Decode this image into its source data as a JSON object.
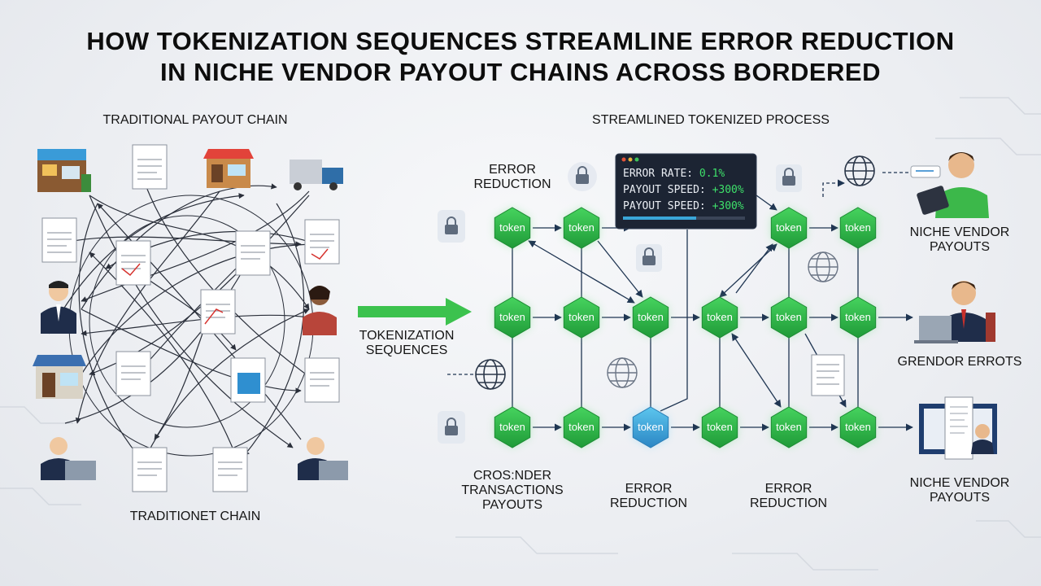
{
  "title": {
    "line1": "HOW TOKENIZATION SEQUENCES STREAMLINE ERROR REDUCTION",
    "line2": "IN NICHE VENDOR PAYOUT CHAINS ACROSS BORDERED"
  },
  "left": {
    "heading": "TRADITIONAL PAYOUT CHAIN",
    "footer": "TRADITIONET CHAIN"
  },
  "middle": {
    "arrow_label_1": "TOKENIZATION",
    "arrow_label_2": "SEQUENCES"
  },
  "right": {
    "heading": "STREAMLINED TOKENIZED PROCESS",
    "token_label": "token",
    "error_reduction_top_1": "ERROR",
    "error_reduction_top_2": "REDUCTION",
    "bottom_labels": {
      "cross_1": "CROS:NDER",
      "cross_2": "TRANSACTIONS",
      "cross_3": "PAYOUTS",
      "er1_1": "ERROR",
      "er1_2": "REDUCTION",
      "er2_1": "ERROR",
      "er2_2": "REDUCTION"
    },
    "stats_panel": {
      "label1": "ERROR RATE: ",
      "value1": "0.1%",
      "label2": "PAYOUT SPEED: ",
      "value2": "+300%",
      "label3": "PAYOUT SPEED: ",
      "value3": "+300%",
      "progress": 0.6
    },
    "outputs": {
      "top_1": "NICHE VENDOR",
      "top_2": "PAYOUTS",
      "middle": "GRENDOR ERROTS",
      "bottom_1": "NICHE VENDOR",
      "bottom_2": "PAYOUTS"
    }
  },
  "colors": {
    "token_green": "#2fb84a",
    "token_blue": "#3aa6d8",
    "arrow_green": "#3cc24e",
    "line_navy": "#1f3552",
    "panel_bg": "#1c2433",
    "panel_green": "#3ee06a"
  }
}
